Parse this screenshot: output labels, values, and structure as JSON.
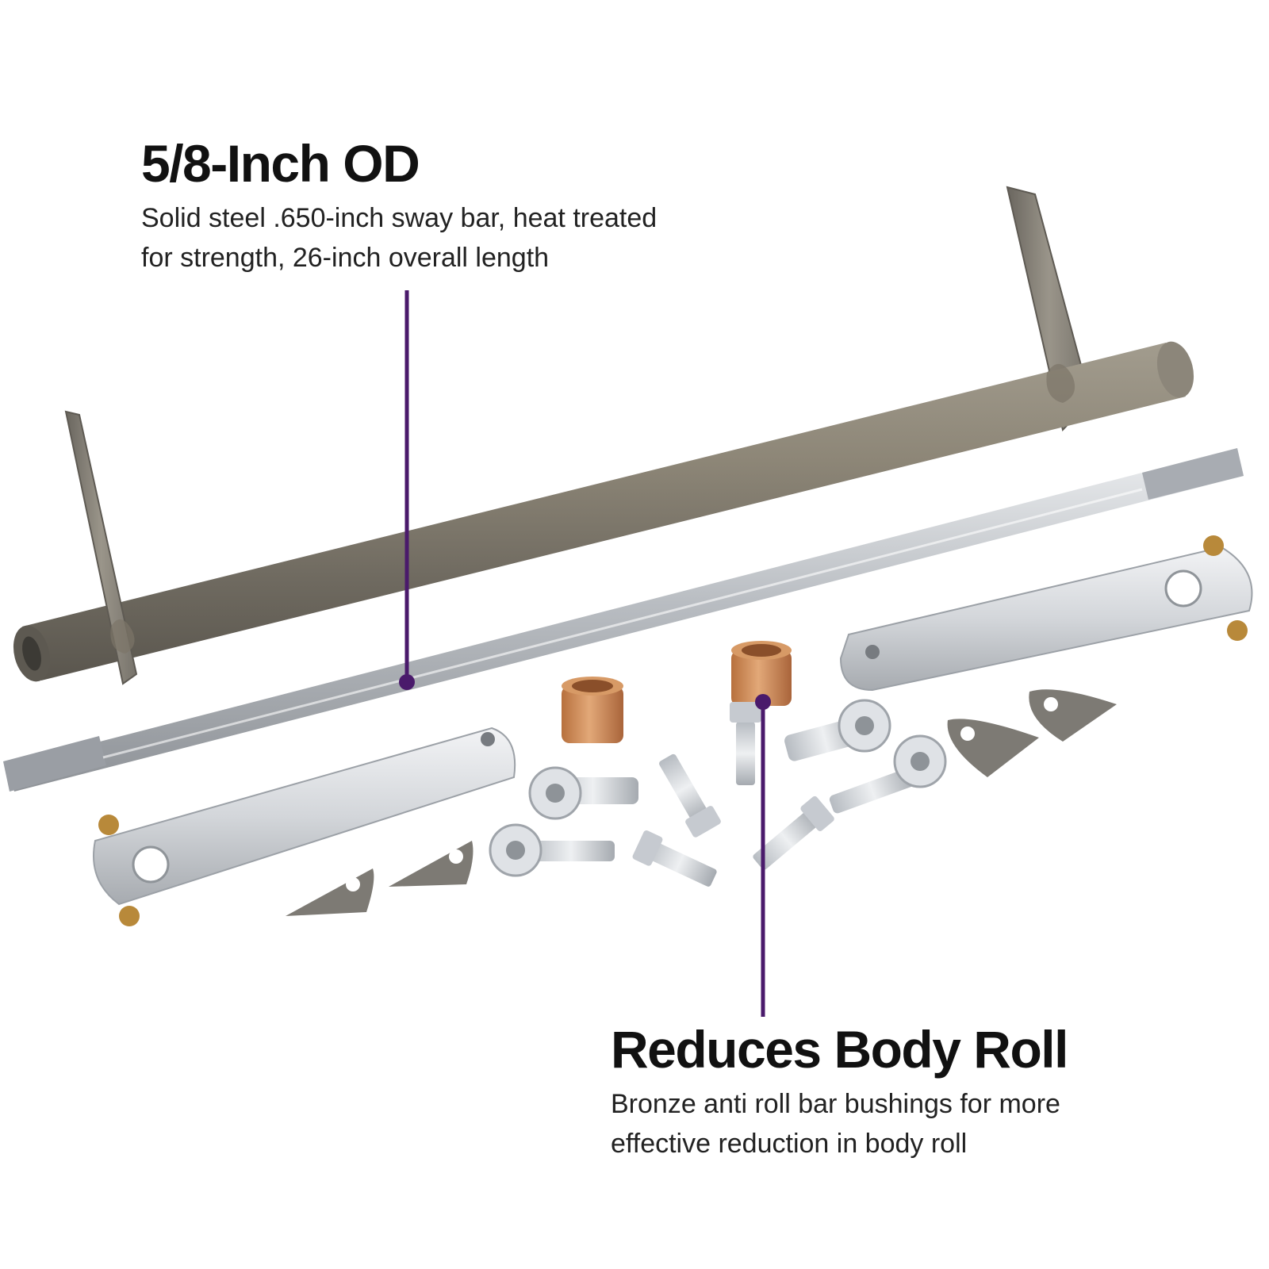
{
  "callouts": {
    "od": {
      "title": "5/8-Inch OD",
      "description_line1": "Solid steel .650-inch sway bar, heat treated",
      "description_line2": "for strength, 26-inch overall length"
    },
    "body_roll": {
      "title": "Reduces Body Roll",
      "description_line1": "Bronze anti roll bar bushings for more",
      "description_line2": "effective reduction in body roll"
    }
  },
  "colors": {
    "background": "#ffffff",
    "leader_line": "#4a1a6b",
    "tube_steel": "#8a8375",
    "polished_steel": "#c9ccd0",
    "aluminum": "#dcdfe2",
    "bronze": "#c98a55",
    "zinc": "#cfd3d8",
    "tab_steel": "#7d7a74"
  },
  "icons": {
    "leader_dot": "filled-circle"
  }
}
